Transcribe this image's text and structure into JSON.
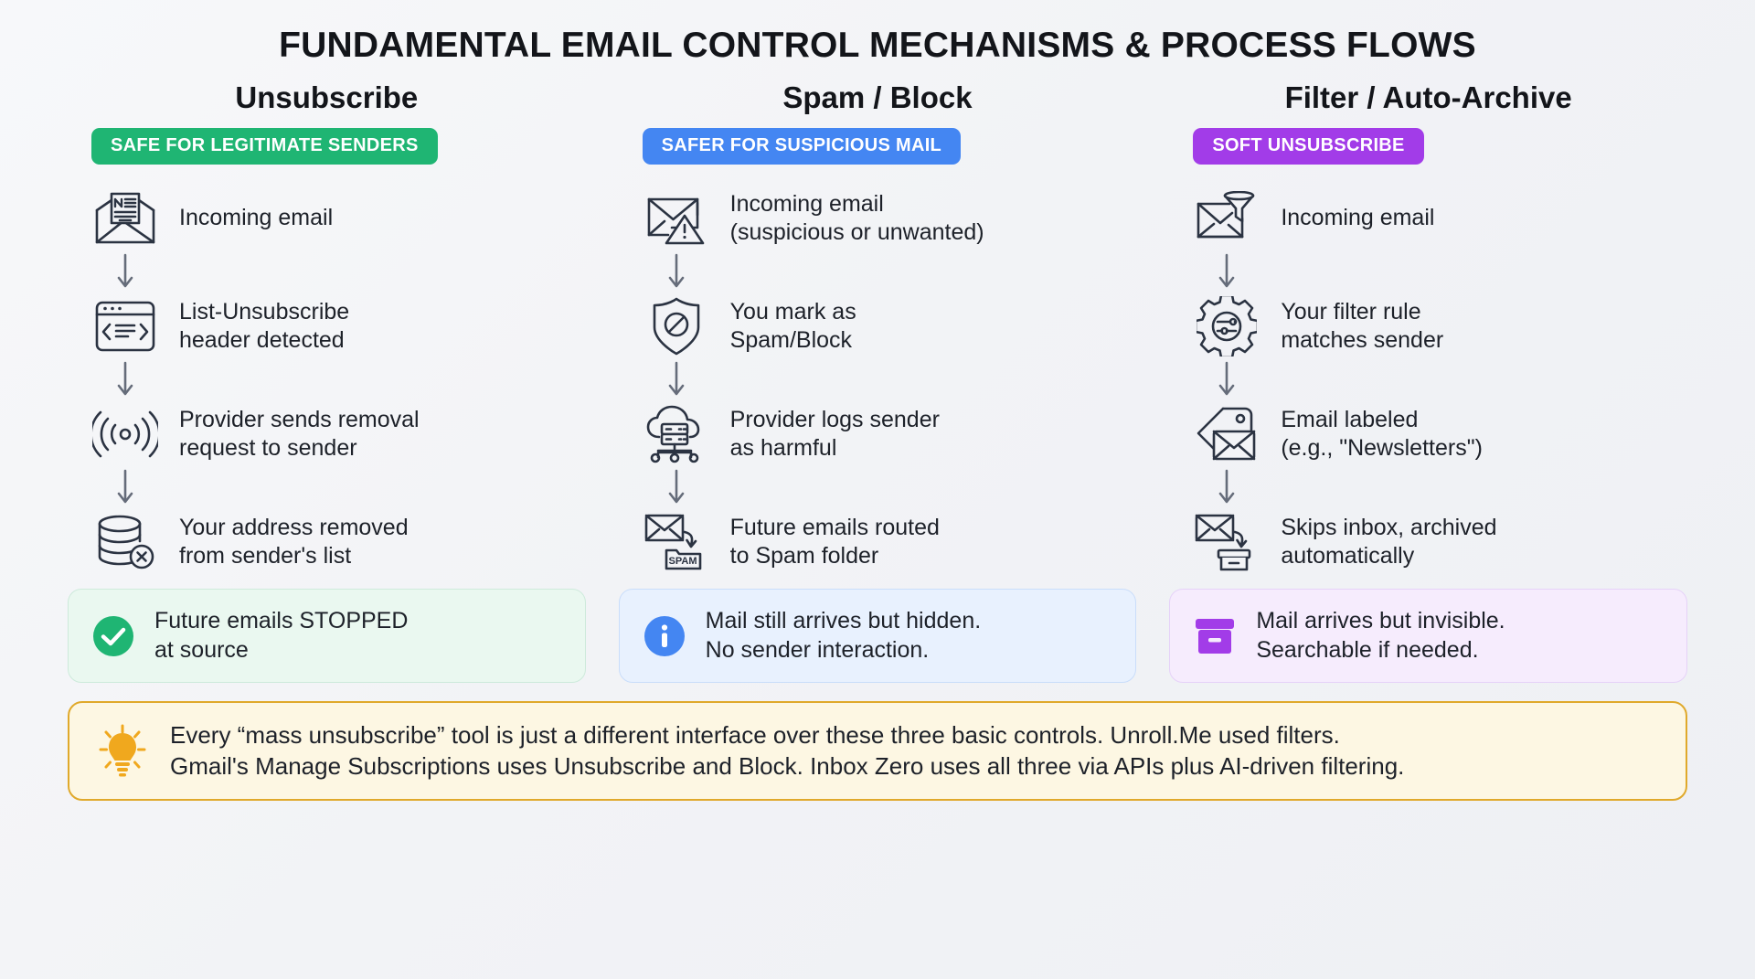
{
  "title": "FUNDAMENTAL EMAIL CONTROL MECHANISMS & PROCESS FLOWS",
  "colors": {
    "green": "#1fb573",
    "blue": "#4486f2",
    "purple": "#a23ce8",
    "amber": "#e0a92b",
    "icon_stroke": "#2b3342",
    "background": "#f3f4f7"
  },
  "columns": [
    {
      "heading": "Unsubscribe",
      "badge": "SAFE FOR LEGITIMATE SENDERS",
      "badge_color": "green",
      "steps": [
        {
          "icon": "newsletter-envelope-icon",
          "text": "Incoming email"
        },
        {
          "icon": "code-window-icon",
          "text": "List-Unsubscribe\nheader detected"
        },
        {
          "icon": "broadcast-signal-icon",
          "text": "Provider sends removal\nrequest to sender"
        },
        {
          "icon": "database-remove-icon",
          "text": "Your address removed\nfrom sender's list"
        }
      ],
      "outcome": {
        "icon": "check-circle-icon",
        "text": "Future emails STOPPED\nat source",
        "color": "green"
      }
    },
    {
      "heading": "Spam / Block",
      "badge": "SAFER FOR SUSPICIOUS MAIL",
      "badge_color": "blue",
      "steps": [
        {
          "icon": "envelope-warning-icon",
          "text": "Incoming email\n(suspicious or unwanted)"
        },
        {
          "icon": "shield-block-icon",
          "text": "You mark as\nSpam/Block"
        },
        {
          "icon": "cloud-server-icon",
          "text": "Provider logs sender\nas harmful"
        },
        {
          "icon": "envelope-to-spam-folder-icon",
          "text": "Future emails routed\nto Spam folder"
        }
      ],
      "outcome": {
        "icon": "info-circle-icon",
        "text": "Mail still arrives but hidden.\nNo sender interaction.",
        "color": "blue"
      }
    },
    {
      "heading": "Filter / Auto-Archive",
      "badge": "SOFT UNSUBSCRIBE",
      "badge_color": "purple",
      "steps": [
        {
          "icon": "envelope-funnel-icon",
          "text": "Incoming email"
        },
        {
          "icon": "gear-sliders-icon",
          "text": "Your filter rule\nmatches sender"
        },
        {
          "icon": "tag-envelope-icon",
          "text": "Email labeled\n(e.g., \"Newsletters\")"
        },
        {
          "icon": "envelope-to-archive-box-icon",
          "text": "Skips inbox, archived\nautomatically"
        }
      ],
      "outcome": {
        "icon": "archive-box-icon",
        "text": "Mail arrives but invisible.\nSearchable if needed.",
        "color": "purple"
      }
    }
  ],
  "callout": {
    "icon": "lightbulb-icon",
    "text": "Every “mass unsubscribe” tool is just a different interface over these three basic controls. Unroll.Me used filters.\nGmail's Manage Subscriptions uses Unsubscribe and Block. Inbox Zero uses all three via APIs plus AI-driven filtering.",
    "spam_folder_label": "SPAM"
  }
}
